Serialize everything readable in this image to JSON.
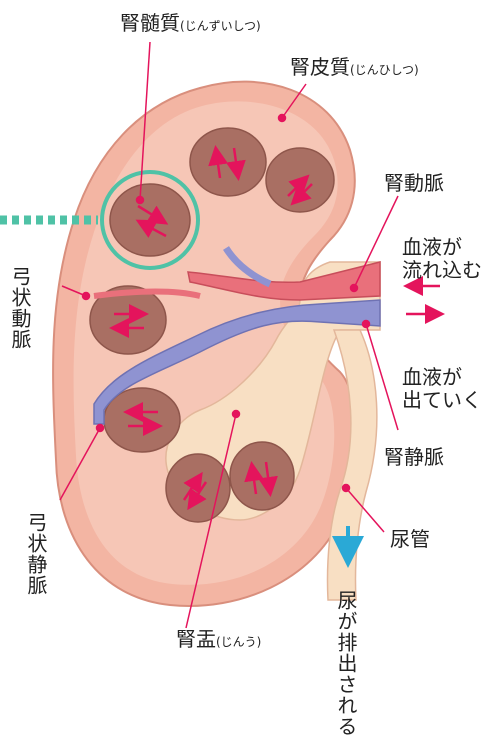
{
  "labels": {
    "medulla": {
      "main": "腎髄質",
      "reading": "(じんずいしつ)"
    },
    "cortex": {
      "main": "腎皮質",
      "reading": "(じんひしつ)"
    },
    "renal_artery": "腎動脈",
    "blood_in": [
      "血液が",
      "流れ込む"
    ],
    "blood_out": [
      "血液が",
      "出ていく"
    ],
    "renal_vein": "腎静脈",
    "ureter": "尿管",
    "arcuate_artery": "弓状動脈",
    "arcuate_vein": "弓状静脈",
    "pelvis": {
      "main": "腎盂",
      "reading": "(じんう)"
    },
    "urine_out": "尿が排出される"
  },
  "colors": {
    "capsule": "#f3b5a3",
    "cortex": "#f6c6b6",
    "pyramid": "#a96f63",
    "pelvis": "#f8dfc3",
    "artery": "#e9707b",
    "vein": "#8f93d1",
    "leader": "#e4145c",
    "highlight": "#4fc2a6",
    "urine_arrow": "#2aa9d6"
  }
}
